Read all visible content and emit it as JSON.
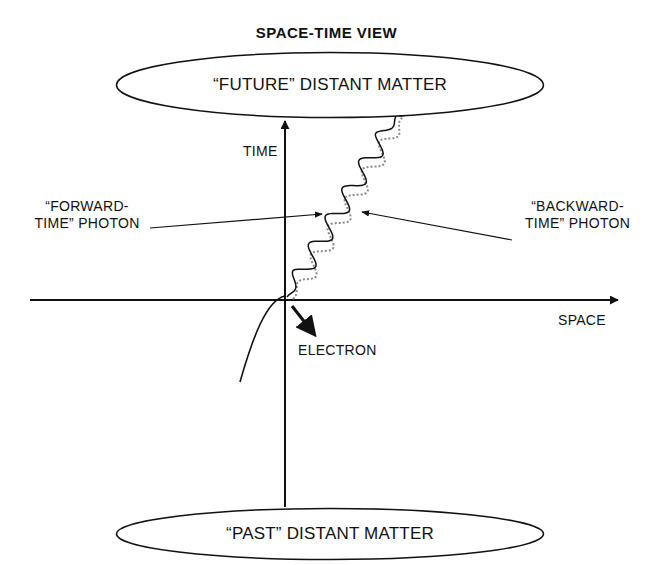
{
  "diagram": {
    "title": "SPACE-TIME VIEW",
    "nodes": [
      {
        "text": [
          "“FUTURE” DISTANT MATTER"
        ]
      },
      {
        "text": [
          "“PAST” DISTANT MATTER"
        ]
      }
    ],
    "labels": [
      "TIME",
      "“FORWARD-TIME” PHOTON",
      "“BACKWARD-TIME” PHOTON",
      "SPACE",
      "ELECTRON"
    ]
  }
}
